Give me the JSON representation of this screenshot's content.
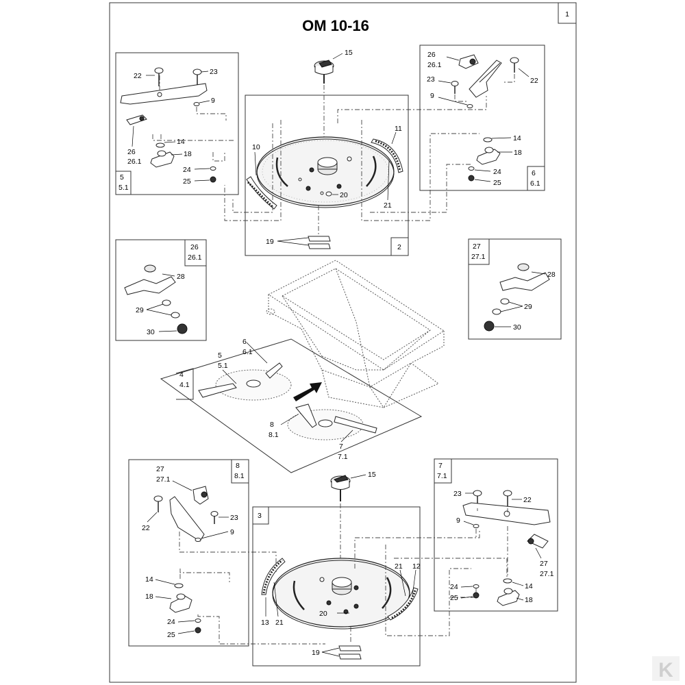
{
  "page_number": "1",
  "title": "OM 10-16",
  "sheet_boxes": [
    {
      "id": "box-5",
      "lines": [
        "5",
        "5.1"
      ]
    },
    {
      "id": "box-2",
      "lines": [
        "2"
      ]
    },
    {
      "id": "box-6",
      "lines": [
        "6",
        "6.1"
      ]
    },
    {
      "id": "box-26",
      "lines": [
        "26",
        "26.1"
      ]
    },
    {
      "id": "box-27",
      "lines": [
        "27",
        "27.1"
      ]
    },
    {
      "id": "box-8",
      "lines": [
        "8",
        "8.1"
      ]
    },
    {
      "id": "box-3",
      "lines": [
        "3"
      ]
    },
    {
      "id": "box-7",
      "lines": [
        "7",
        "7.1"
      ]
    },
    {
      "id": "box-4",
      "lines": [
        "4",
        "4.1"
      ]
    }
  ],
  "callouts": {
    "c15_top": "15",
    "c15_bot": "15",
    "tl_22": "22",
    "tl_23": "23",
    "tl_9": "9",
    "tl_26": "26",
    "tl_261": "26.1",
    "tl_14": "14",
    "tl_18": "18",
    "tl_24": "24",
    "tl_25": "25",
    "tc_10": "10",
    "tc_11": "11",
    "tc_20": "20",
    "tc_21": "21",
    "tc_19": "19",
    "tr_26": "26",
    "tr_261": "26.1",
    "tr_23": "23",
    "tr_22": "22",
    "tr_9": "9",
    "tr_14": "14",
    "tr_18": "18",
    "tr_24": "24",
    "tr_25": "25",
    "ml_28": "28",
    "ml_29": "29",
    "ml_30": "30",
    "mr_28": "28",
    "mr_29": "29",
    "mr_30": "30",
    "dk_6": "6",
    "dk_61": "6.1",
    "dk_5": "5",
    "dk_51": "5.1",
    "dk_8": "8",
    "dk_81": "8.1",
    "dk_7": "7",
    "dk_71": "7.1",
    "bl_27": "27",
    "bl_271": "27.1",
    "bl_22": "22",
    "bl_23": "23",
    "bl_9": "9",
    "bl_14": "14",
    "bl_18": "18",
    "bl_24": "24",
    "bl_25": "25",
    "bc_21a": "21",
    "bc_12": "12",
    "bc_13": "13",
    "bc_21b": "21",
    "bc_20": "20",
    "bc_19": "19",
    "br_23": "23",
    "br_22": "22",
    "br_9": "9",
    "br_27": "27",
    "br_271": "27.1",
    "br_24": "24",
    "br_25": "25",
    "br_14": "14",
    "br_18": "18"
  },
  "watermark": "K"
}
